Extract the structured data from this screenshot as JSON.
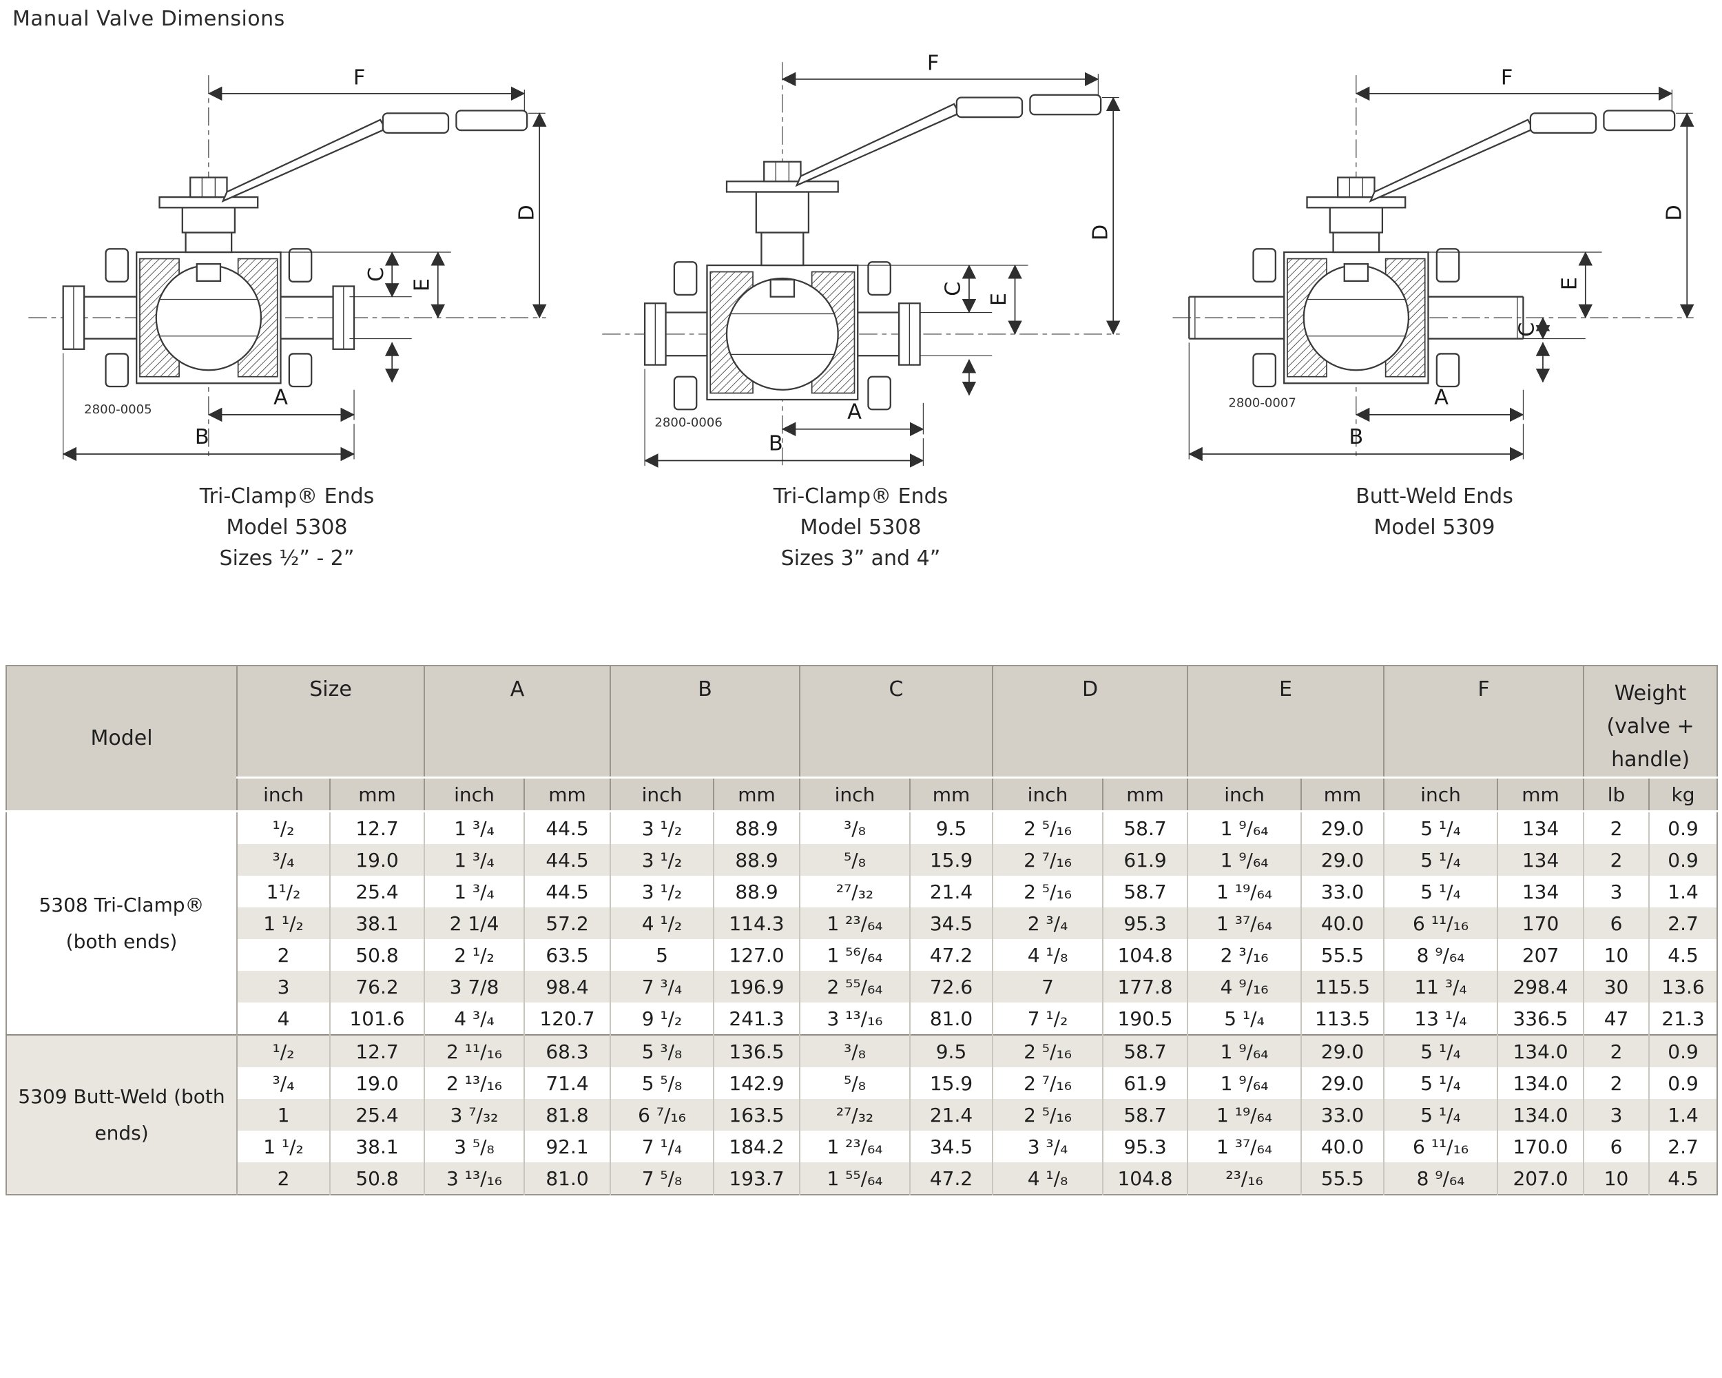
{
  "page": {
    "title": "Manual Valve Dimensions"
  },
  "dims": {
    "A": "A",
    "B": "B",
    "C": "C",
    "D": "D",
    "E": "E",
    "F": "F"
  },
  "diagrams": [
    {
      "figure_number": "2800-0005",
      "caption": [
        "Tri-Clamp® Ends",
        "Model 5308",
        "Sizes ½” - 2”"
      ]
    },
    {
      "figure_number": "2800-0006",
      "caption": [
        "Tri-Clamp® Ends",
        "Model 5308",
        "Sizes 3” and 4”"
      ]
    },
    {
      "figure_number": "2800-0007",
      "caption": [
        "Butt-Weld Ends",
        "Model 5309",
        ""
      ]
    }
  ],
  "table": {
    "groups": [
      "Model",
      "Size",
      "A",
      "B",
      "C",
      "D",
      "E",
      "F",
      "Weight (valve + handle)"
    ],
    "units": [
      "inch",
      "mm",
      "inch",
      "mm",
      "inch",
      "mm",
      "inch",
      "mm",
      "inch",
      "mm",
      "inch",
      "mm",
      "inch",
      "mm",
      "lb",
      "kg"
    ],
    "sections": [
      {
        "model": "5308 Tri-Clamp® (both ends)",
        "rows": [
          [
            "¹/₂",
            "12.7",
            "1 ³/₄",
            "44.5",
            "3 ¹/₂",
            "88.9",
            "³/₈",
            "9.5",
            "2 ⁵/₁₆",
            "58.7",
            "1 ⁹/₆₄",
            "29.0",
            "5 ¹/₄",
            "134",
            "2",
            "0.9"
          ],
          [
            "³/₄",
            "19.0",
            "1 ³/₄",
            "44.5",
            "3 ¹/₂",
            "88.9",
            "⁵/₈",
            "15.9",
            "2 ⁷/₁₆",
            "61.9",
            "1 ⁹/₆₄",
            "29.0",
            "5 ¹/₄",
            "134",
            "2",
            "0.9"
          ],
          [
            "1¹/₂",
            "25.4",
            "1 ³/₄",
            "44.5",
            "3 ¹/₂",
            "88.9",
            "²⁷/₃₂",
            "21.4",
            "2 ⁵/₁₆",
            "58.7",
            "1 ¹⁹/₆₄",
            "33.0",
            "5 ¹/₄",
            "134",
            "3",
            "1.4"
          ],
          [
            "1 ¹/₂",
            "38.1",
            "2 1/4",
            "57.2",
            "4 ¹/₂",
            "114.3",
            "1 ²³/₆₄",
            "34.5",
            "2 ³/₄",
            "95.3",
            "1 ³⁷/₆₄",
            "40.0",
            "6 ¹¹/₁₆",
            "170",
            "6",
            "2.7"
          ],
          [
            "2",
            "50.8",
            "2 ¹/₂",
            "63.5",
            "5",
            "127.0",
            "1 ⁵⁶/₆₄",
            "47.2",
            "4 ¹/₈",
            "104.8",
            "2 ³/₁₆",
            "55.5",
            "8 ⁹/₆₄",
            "207",
            "10",
            "4.5"
          ],
          [
            "3",
            "76.2",
            "3 7/8",
            "98.4",
            "7 ³/₄",
            "196.9",
            "2 ⁵⁵/₆₄",
            "72.6",
            "7",
            "177.8",
            "4 ⁹/₁₆",
            "115.5",
            "11 ³/₄",
            "298.4",
            "30",
            "13.6"
          ],
          [
            "4",
            "101.6",
            "4 ³/₄",
            "120.7",
            "9 ¹/₂",
            "241.3",
            "3 ¹³/₁₆",
            "81.0",
            "7 ¹/₂",
            "190.5",
            "5 ¹/₄",
            "113.5",
            "13 ¹/₄",
            "336.5",
            "47",
            "21.3"
          ]
        ]
      },
      {
        "model": "5309 Butt-Weld (both ends)",
        "rows": [
          [
            "¹/₂",
            "12.7",
            "2 ¹¹/₁₆",
            "68.3",
            "5 ³/₈",
            "136.5",
            "³/₈",
            "9.5",
            "2 ⁵/₁₆",
            "58.7",
            "1 ⁹/₆₄",
            "29.0",
            "5 ¹/₄",
            "134.0",
            "2",
            "0.9"
          ],
          [
            "³/₄",
            "19.0",
            "2 ¹³/₁₆",
            "71.4",
            "5 ⁵/₈",
            "142.9",
            "⁵/₈",
            "15.9",
            "2 ⁷/₁₆",
            "61.9",
            "1 ⁹/₆₄",
            "29.0",
            "5 ¹/₄",
            "134.0",
            "2",
            "0.9"
          ],
          [
            "1",
            "25.4",
            "3 ⁷/₃₂",
            "81.8",
            "6 ⁷/₁₆",
            "163.5",
            "²⁷/₃₂",
            "21.4",
            "2 ⁵/₁₆",
            "58.7",
            "1 ¹⁹/₆₄",
            "33.0",
            "5 ¹/₄",
            "134.0",
            "3",
            "1.4"
          ],
          [
            "1 ¹/₂",
            "38.1",
            "3 ⁵/₈",
            "92.1",
            "7 ¹/₄",
            "184.2",
            "1 ²³/₆₄",
            "34.5",
            "3 ³/₄",
            "95.3",
            "1 ³⁷/₆₄",
            "40.0",
            "6 ¹¹/₁₆",
            "170.0",
            "6",
            "2.7"
          ],
          [
            "2",
            "50.8",
            "3 ¹³/₁₆",
            "81.0",
            "7 ⁵/₈",
            "193.7",
            "1 ⁵⁵/₆₄",
            "47.2",
            "4 ¹/₈",
            "104.8",
            "²³/₁₆",
            "55.5",
            "8 ⁹/₆₄",
            "207.0",
            "10",
            "4.5"
          ]
        ]
      }
    ]
  },
  "colors": {
    "header_bg": "#d4d0c8",
    "row_stripe": "#e9e6e0",
    "grid_line": "#99958c",
    "text": "#1f1f1f"
  }
}
